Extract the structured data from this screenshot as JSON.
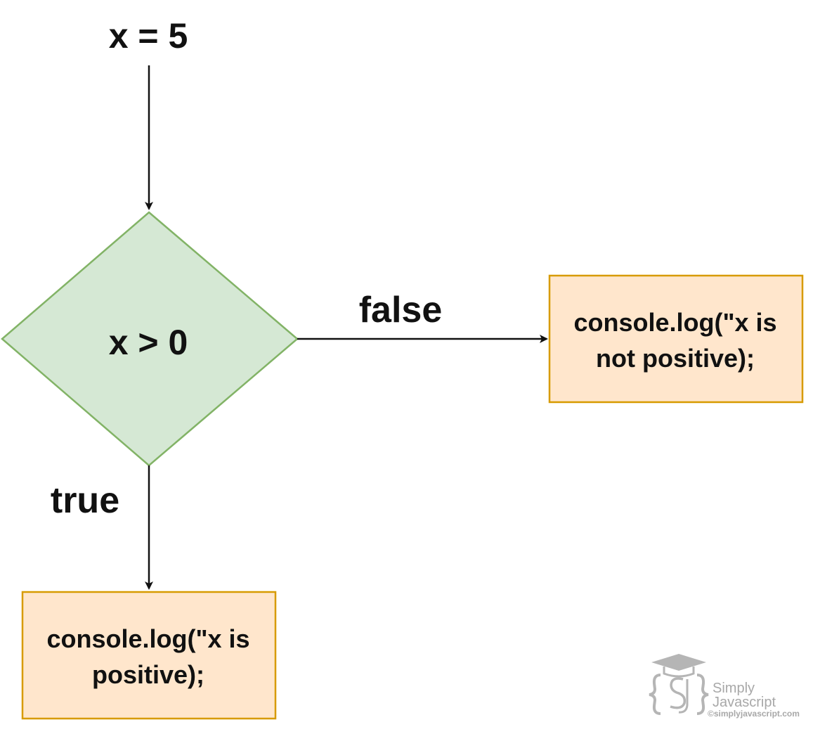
{
  "start": {
    "label": "x = 5"
  },
  "decision": {
    "condition": "x > 0",
    "fill_color": "#d5e8d4",
    "stroke_color": "#82b366"
  },
  "branches": {
    "false_label": "false",
    "true_label": "true"
  },
  "false_box": {
    "line1": "console.log(\"x is",
    "line2": "not positive);",
    "fill_color": "#ffe6cc",
    "stroke_color": "#d79b00"
  },
  "true_box": {
    "line1": "console.log(\"x is",
    "line2": "positive);",
    "fill_color": "#ffe6cc",
    "stroke_color": "#d79b00"
  },
  "watermark": {
    "brand_line1": "Simply",
    "brand_line2": "Javascript",
    "site": "©simplyjavascript.com",
    "icon": "graduation-cap-braces-logo-icon"
  }
}
